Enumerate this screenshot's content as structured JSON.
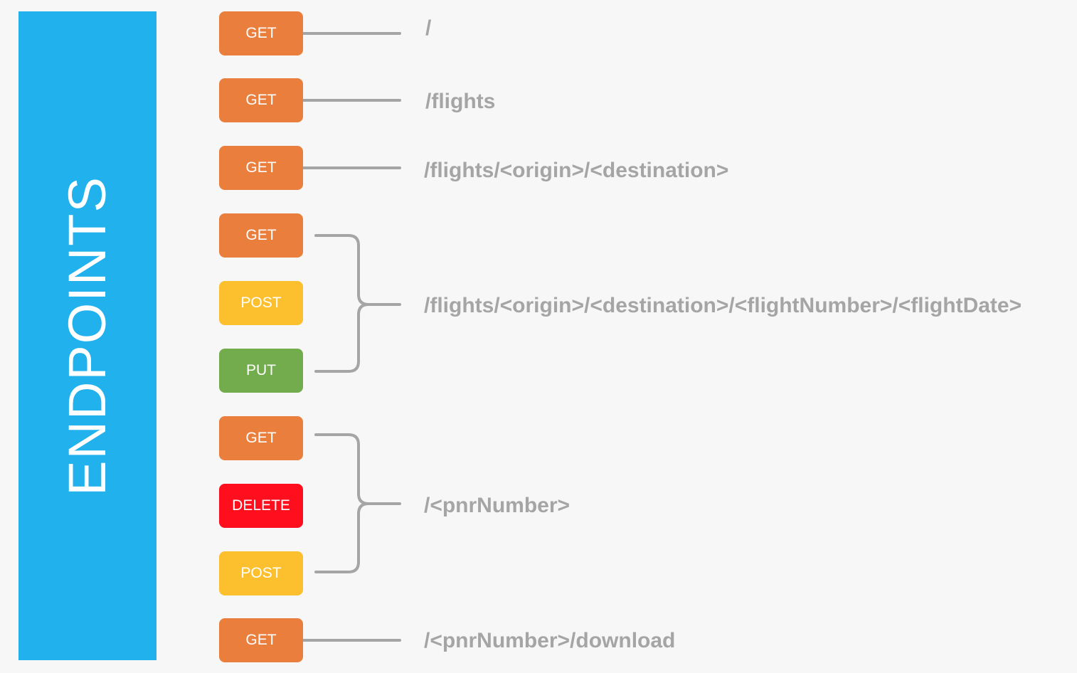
{
  "sidebar": {
    "label": "ENDPOINTS",
    "color": "#21b1ec"
  },
  "colors": {
    "get": "#ea7f3d",
    "post": "#fcc02e",
    "put": "#72ac4d",
    "delete": "#ff0e1e",
    "path_text": "#a5a5a5",
    "background": "#f7f7f7"
  },
  "endpoints": [
    {
      "methods": [
        "GET"
      ],
      "path": "/"
    },
    {
      "methods": [
        "GET"
      ],
      "path": "/flights"
    },
    {
      "methods": [
        "GET"
      ],
      "path": "/flights/<origin>/<destination>"
    },
    {
      "methods": [
        "GET",
        "POST",
        "PUT"
      ],
      "path": "/flights/<origin>/<destination>/<flightNumber>/<flightDate>"
    },
    {
      "methods": [
        "GET",
        "DELETE",
        "POST"
      ],
      "path": "/<pnrNumber>"
    },
    {
      "methods": [
        "GET"
      ],
      "path": "/<pnrNumber>/download"
    }
  ]
}
